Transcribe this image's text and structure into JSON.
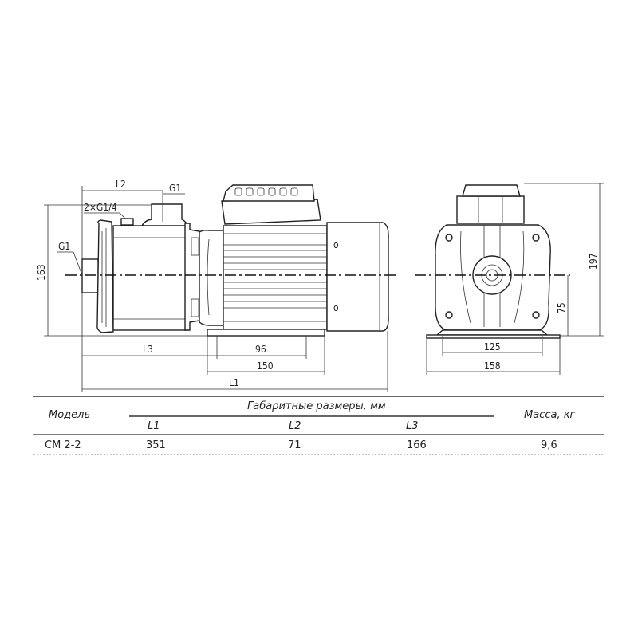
{
  "drawing": {
    "side_view": {
      "labels": {
        "L2": "L2",
        "G1_top": "G1",
        "G1_4": "2×G1/4",
        "G1_left": "G1",
        "H163": "163",
        "L3": "L3",
        "D96": "96",
        "D150": "150",
        "L1": "L1",
        "mark_top": "o",
        "mark_bottom": "o"
      }
    },
    "front_view": {
      "labels": {
        "H197": "197",
        "H75": "75",
        "D125": "125",
        "D158": "158"
      }
    }
  },
  "table": {
    "model_header": "Модель",
    "dims_header": "Габаритные размеры, мм",
    "mass_header": "Масса, кг",
    "sub_headers": [
      "L1",
      "L2",
      "L3"
    ],
    "rows": [
      {
        "model": "СМ 2-2",
        "L1": "351",
        "L2": "71",
        "L3": "166",
        "mass": "9,6"
      }
    ]
  }
}
